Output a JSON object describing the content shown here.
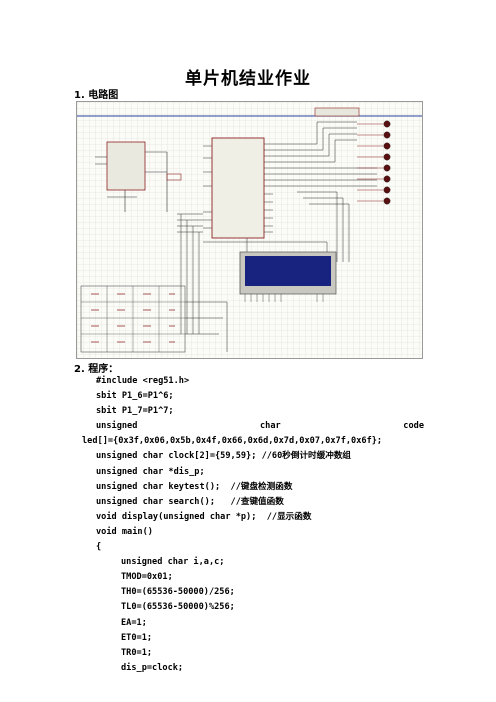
{
  "title": "单片机结业作业",
  "sections": {
    "circuit_heading": "1. 电路图",
    "program_heading": "2. 程序："
  },
  "code": {
    "lines": [
      "#include <reg51.h>",
      "sbit P1_6=P1^6;",
      "sbit P1_7=P1^7;",
      "led[]={0x3f,0x06,0x5b,0x4f,0x66,0x6d,0x7d,0x07,0x7f,0x6f};",
      "unsigned char clock[2]={59,59}; //60秒倒计时缓冲数组",
      "unsigned char *dis_p;",
      "unsigned char keytest();  //键盘检测函数",
      "unsigned char search();   //查键值函数",
      "void display(unsigned char *p);  //显示函数",
      "void main()",
      "{",
      "unsigned char i,a,c;",
      "TMOD=0x01;",
      "TH0=(65536-50000)/256;",
      "TL0=(65536-50000)%256;",
      "EA=1;",
      "ET0=1;",
      "TR0=1;",
      "dis_p=clock;"
    ],
    "justified_words": [
      "unsigned",
      "char",
      "code"
    ]
  }
}
